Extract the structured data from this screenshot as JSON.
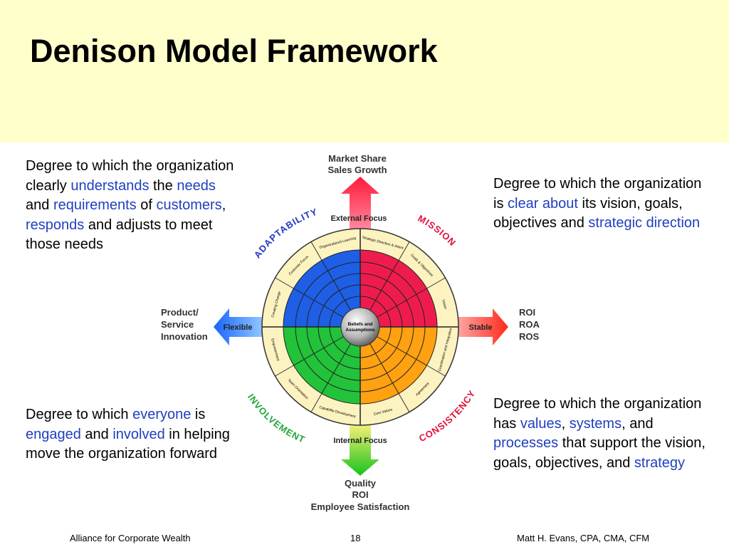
{
  "title": "Denison Model Framework",
  "descriptions": {
    "top_left": [
      {
        "t": "Degree to which the organization clearly "
      },
      {
        "t": "understands",
        "hl": true
      },
      {
        "t": " the "
      },
      {
        "t": "needs",
        "hl": true
      },
      {
        "t": " and "
      },
      {
        "t": "requirements",
        "hl": true
      },
      {
        "t": " of "
      },
      {
        "t": "customers",
        "hl": true
      },
      {
        "t": ", "
      },
      {
        "t": "responds",
        "hl": true
      },
      {
        "t": " and adjusts to meet those needs"
      }
    ],
    "top_right": [
      {
        "t": "Degree to which the organization is "
      },
      {
        "t": "clear about",
        "hl": true
      },
      {
        "t": " its vision, goals, objectives and "
      },
      {
        "t": "strategic direction",
        "hl": true
      }
    ],
    "bottom_left": [
      {
        "t": "Degree to which "
      },
      {
        "t": "everyone",
        "hl": true
      },
      {
        "t": " is "
      },
      {
        "t": "engaged",
        "hl": true
      },
      {
        "t": " and "
      },
      {
        "t": "involved",
        "hl": true
      },
      {
        "t": " in helping move the organization forward"
      }
    ],
    "bottom_right": [
      {
        "t": "Degree to which the organization has "
      },
      {
        "t": "values",
        "hl": true
      },
      {
        "t": ", "
      },
      {
        "t": "systems",
        "hl": true
      },
      {
        "t": ", and "
      },
      {
        "t": "processes",
        "hl": true
      },
      {
        "t": " that support the vision, goals, objectives, and "
      },
      {
        "t": "strategy",
        "hl": true
      }
    ]
  },
  "diagram": {
    "top_outcome": [
      "Market Share",
      "Sales Growth"
    ],
    "left_outcome": [
      "Product/",
      "Service",
      "Innovation"
    ],
    "right_outcome": [
      "ROI",
      "ROA",
      "ROS"
    ],
    "bottom_outcome": [
      "Quality",
      "ROI",
      "Employee Satisfaction"
    ],
    "axis_top": "External Focus",
    "axis_bottom": "Internal Focus",
    "axis_left": "Flexible",
    "axis_right": "Stable",
    "center": [
      "Beliefs and",
      "Assumptions"
    ],
    "traits": {
      "adaptability": "ADAPTABILITY",
      "mission": "MISSION",
      "involvement": "INVOLVEMENT",
      "consistency": "CONSISTENCY"
    },
    "segments": {
      "top_left_1": "Organizational Learning",
      "top_left_2": "Customer Focus",
      "top_left_3": "Creating Change",
      "top_right_1": "Strategic Direction & Intent",
      "top_right_2": "Goals & Objectives",
      "top_right_3": "Vision",
      "bottom_left_1": "Empowerment",
      "bottom_left_2": "Team Orientation",
      "bottom_left_3": "Capability Development",
      "bottom_right_1": "Core Values",
      "bottom_right_2": "Agreement",
      "bottom_right_3": "Coordination and Integration"
    },
    "colors": {
      "adaptability": "#1e5fe6",
      "mission": "#ee1c4e",
      "involvement": "#22c33a",
      "consistency": "#ffa110",
      "outer_ring": "#fcf3c0"
    }
  },
  "footer": {
    "left": "Alliance for Corporate Wealth",
    "center": "18",
    "right": "Matt H. Evans, CPA, CMA, CFM"
  }
}
